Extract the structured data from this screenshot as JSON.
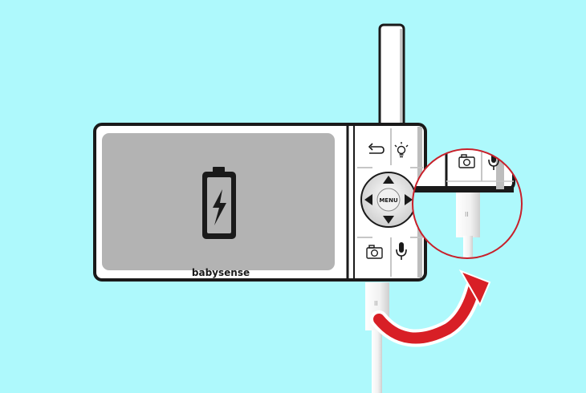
{
  "brand": {
    "label": "babysense"
  },
  "controls": {
    "menu_label": "MENU",
    "back_icon": "return-arrow-icon",
    "light_icon": "night-light-bulb-icon",
    "camera_icon": "camera-icon",
    "mic_icon": "microphone-icon",
    "nav_icons": [
      "arrow-up-icon",
      "arrow-down-icon",
      "arrow-left-icon",
      "arrow-right-icon"
    ]
  },
  "screen": {
    "state_icon": "battery-charging-icon",
    "background": "#b3b3b3"
  },
  "colors": {
    "background": "#aef9fc",
    "device_body": "#ffffff",
    "outline": "#1a1a1a",
    "highlight_circle": "#c8202a",
    "callout_arrow": "#d81f26"
  },
  "cable": {
    "connector_text": "II"
  }
}
